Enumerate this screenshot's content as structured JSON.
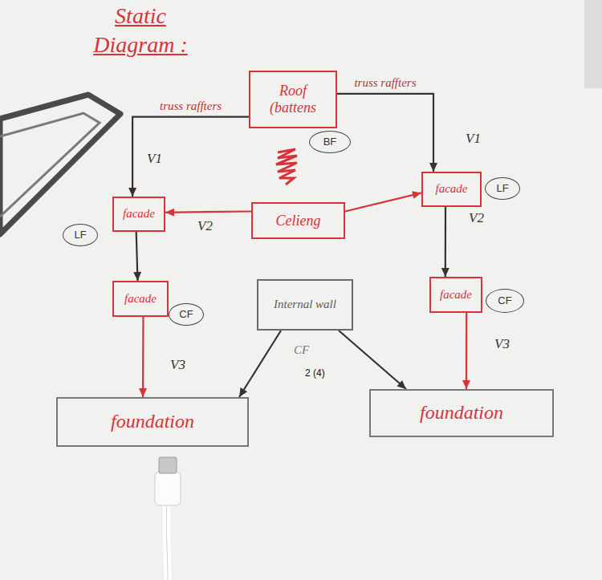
{
  "diagram": {
    "title": "Static Diagram :",
    "nodes": [
      {
        "text": [
          "Roof (battens"
        ]
      },
      {
        "text": [
          "BF"
        ]
      },
      {
        "text": [
          "LF"
        ]
      },
      {
        "text": [
          "facade"
        ]
      },
      {
        "text": [
          "Celieng"
        ]
      },
      {
        "text": [
          "facade"
        ]
      },
      {
        "text": [
          "LF"
        ]
      },
      {
        "text": [
          "facade"
        ]
      },
      {
        "text": [
          "CF"
        ]
      },
      {
        "text": [
          "Internal wall"
        ]
      },
      {
        "text": [
          "facade"
        ]
      },
      {
        "text": [
          "CF"
        ]
      },
      {
        "text": [
          "foundation"
        ]
      },
      {
        "text": [
          "foundation"
        ]
      }
    ],
    "edges": [
      {
        "from": 0,
        "to": 3,
        "arrow": "to",
        "label": "truss raffters"
      },
      {
        "from": 0,
        "to": 5,
        "arrow": "to",
        "label": "truss raffters"
      },
      {
        "from": 4,
        "to": 3,
        "arrow": "to"
      },
      {
        "from": 4,
        "to": 5,
        "arrow": "to"
      },
      {
        "from": 3,
        "to": 7,
        "arrow": "to"
      },
      {
        "from": 5,
        "to": 10,
        "arrow": "to"
      },
      {
        "from": 7,
        "to": 12,
        "arrow": "to"
      },
      {
        "from": 10,
        "to": 13,
        "arrow": "to"
      },
      {
        "from": 9,
        "to": 12,
        "arrow": "to"
      },
      {
        "from": 9,
        "to": 13,
        "arrow": "to"
      }
    ],
    "labels": [
      "V1",
      "V1",
      "V2",
      "V2",
      "V3",
      "V3",
      "CF",
      "2 (4)"
    ]
  }
}
